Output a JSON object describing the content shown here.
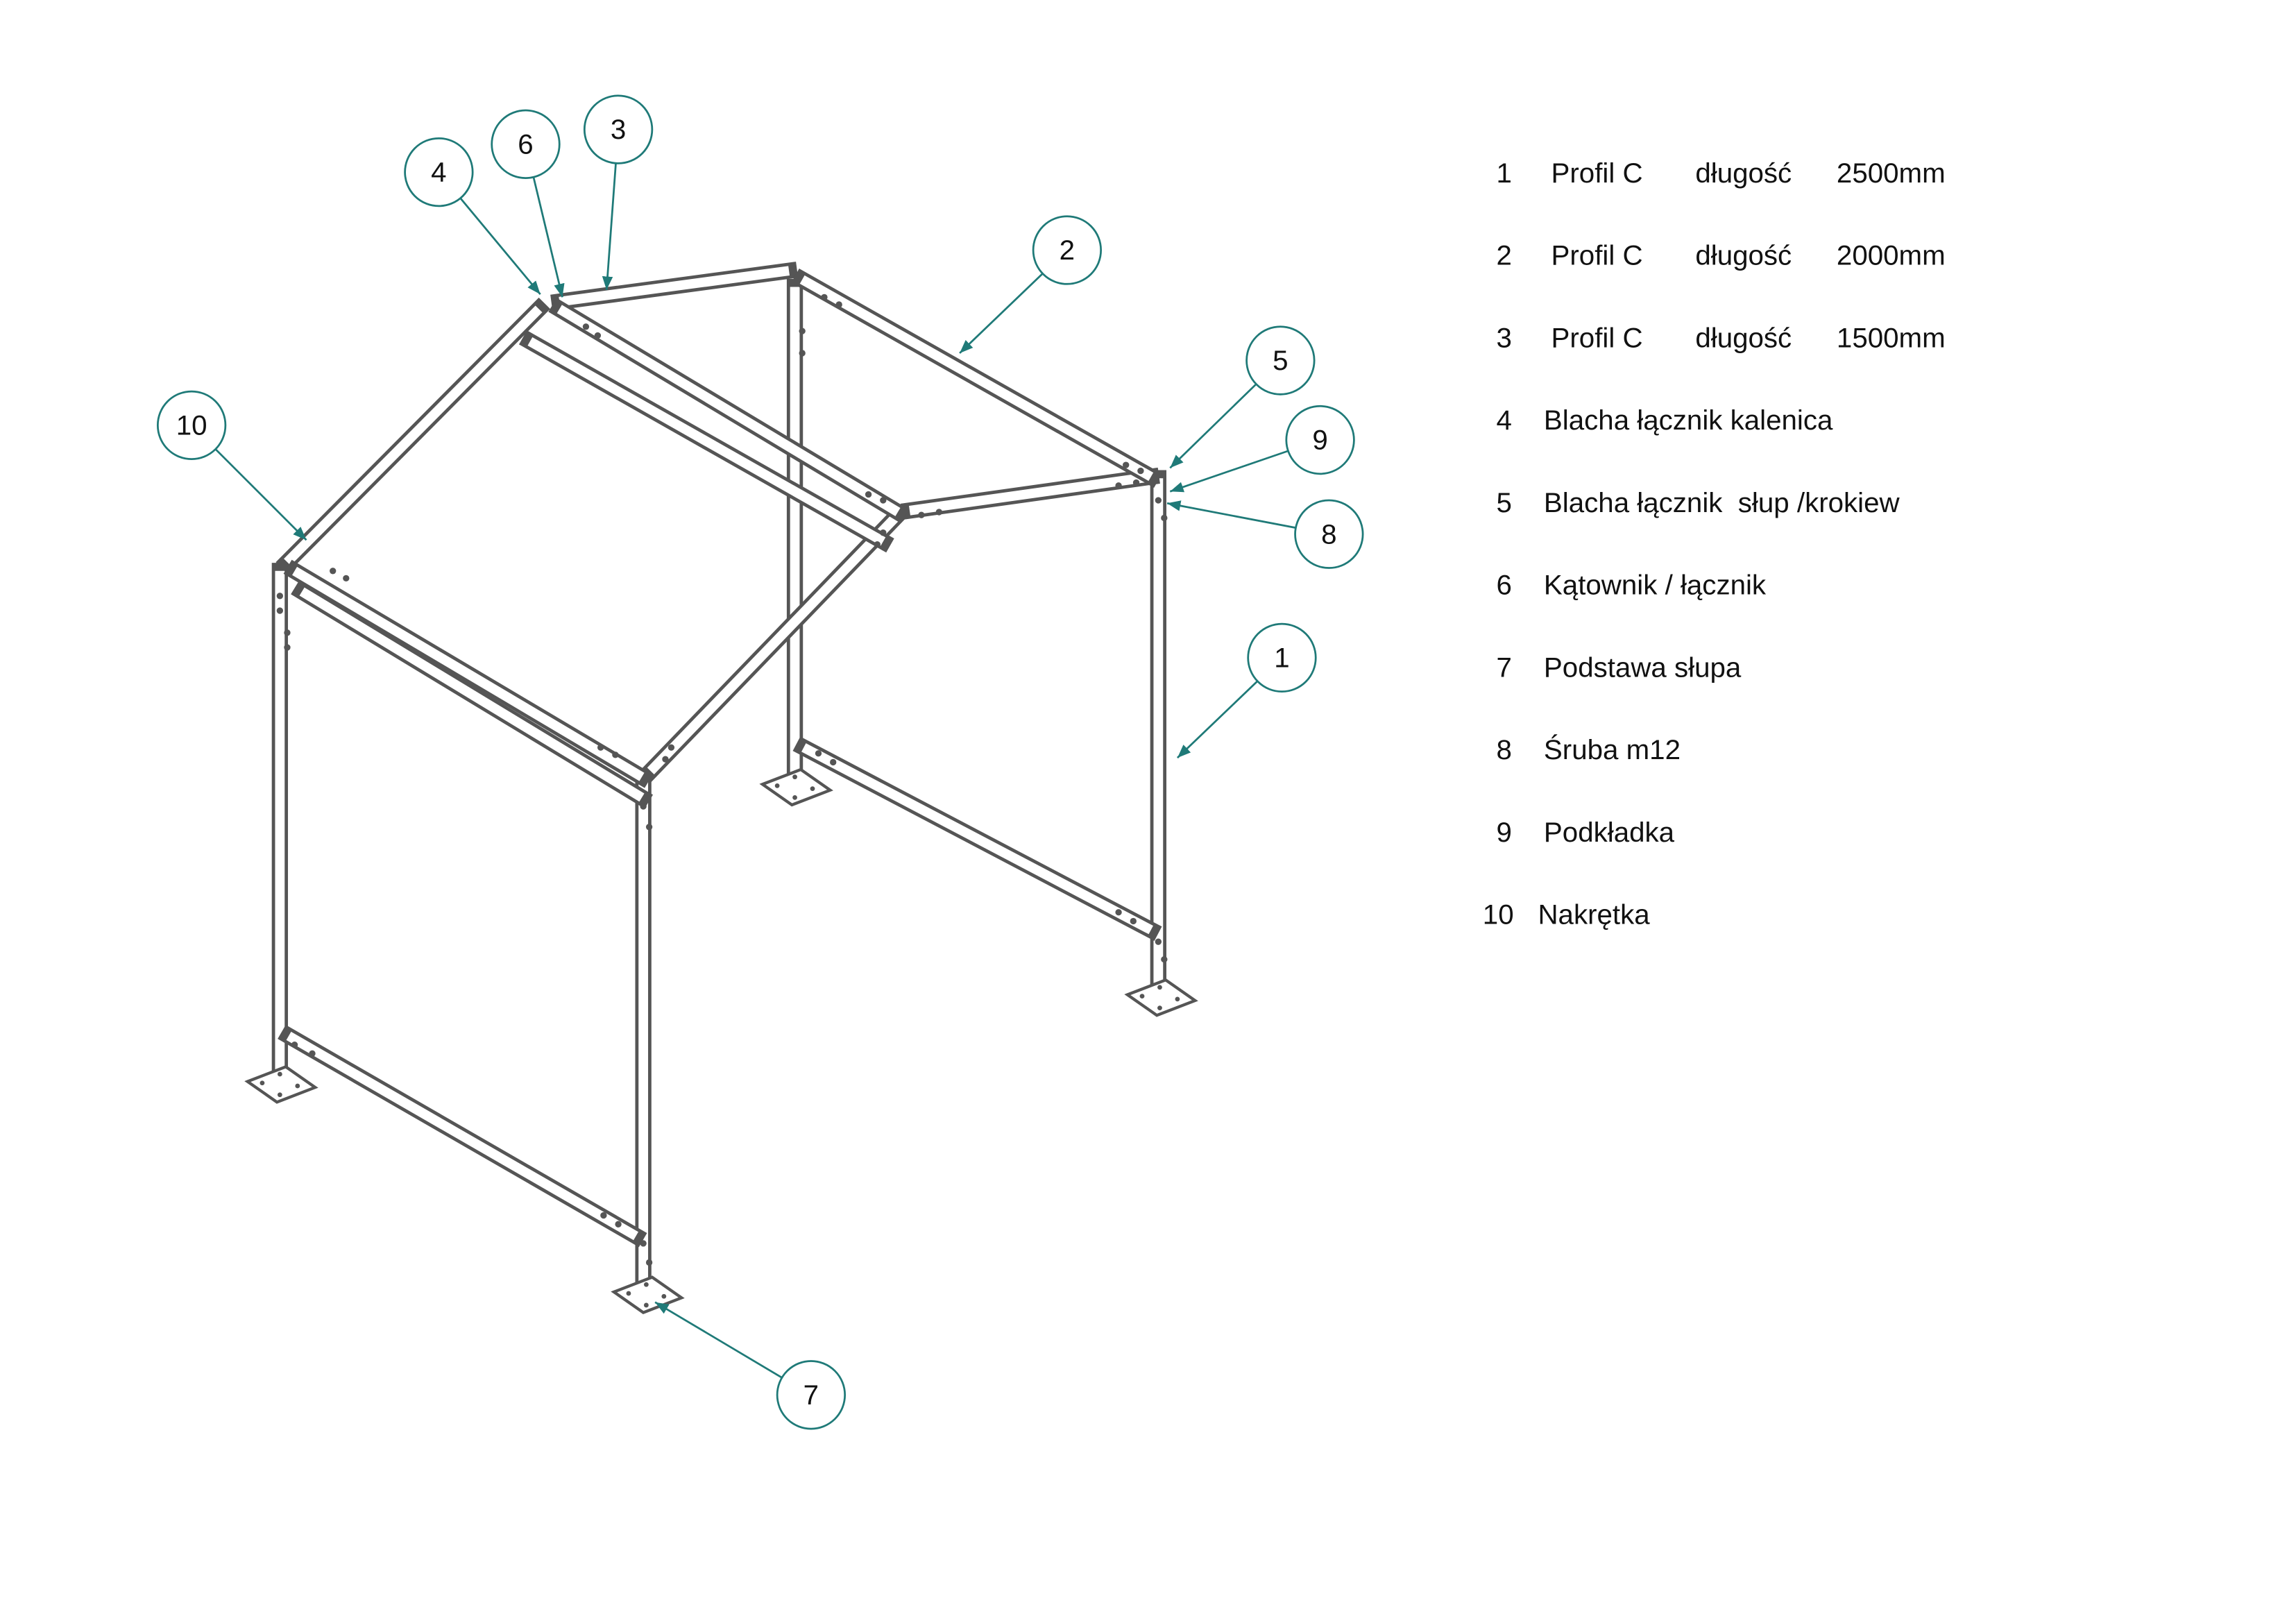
{
  "colors": {
    "callout": "#1f7a78",
    "frame": "#555555",
    "text": "#111111"
  },
  "callouts": [
    "1",
    "2",
    "3",
    "4",
    "5",
    "6",
    "7",
    "8",
    "9",
    "10"
  ],
  "legend": [
    {
      "num": "1",
      "name": "Profil C",
      "attr": "długość",
      "value": "2500mm"
    },
    {
      "num": "2",
      "name": "Profil C",
      "attr": "długość",
      "value": "2000mm"
    },
    {
      "num": "3",
      "name": "Profil C",
      "attr": "długość",
      "value": "1500mm"
    },
    {
      "num": "4",
      "name": "Blacha łącznik kalenica"
    },
    {
      "num": "5",
      "name": "Blacha łącznik  słup /krokiew"
    },
    {
      "num": "6",
      "name": "Kątownik / łącznik"
    },
    {
      "num": "7",
      "name": "Podstawa słupa"
    },
    {
      "num": "8",
      "name": "Śruba m12"
    },
    {
      "num": "9",
      "name": "Podkładka"
    },
    {
      "num": "10",
      "name": "Nakrętka"
    }
  ]
}
